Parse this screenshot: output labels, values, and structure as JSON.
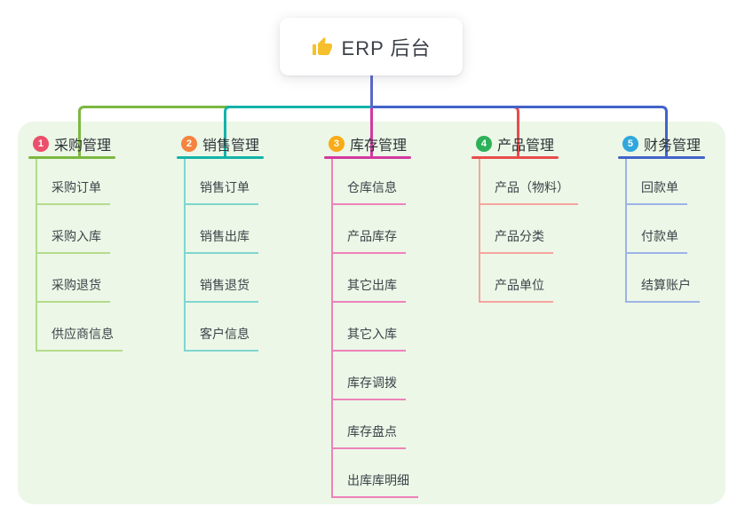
{
  "root": {
    "label": "ERP 后台",
    "icon": "thumbs-up-icon",
    "icon_color": "#f6c02d",
    "text_color": "#3b4148"
  },
  "colors": {
    "panel_bg": "#ecf7e7",
    "root_stem": "#5a68cb",
    "page_bg": "#ffffff"
  },
  "branches": [
    {
      "num": "1",
      "label": "采购管理",
      "badge_color": "#ec4f6b",
      "line_color": "#7cb841",
      "child_line_color": "#b5db8c",
      "children": [
        "采购订单",
        "采购入库",
        "采购退货",
        "供应商信息"
      ]
    },
    {
      "num": "2",
      "label": "销售管理",
      "badge_color": "#f5833f",
      "line_color": "#14b3aa",
      "child_line_color": "#7fd6cf",
      "children": [
        "销售订单",
        "销售出库",
        "销售退货",
        "客户信息"
      ]
    },
    {
      "num": "3",
      "label": "库存管理",
      "badge_color": "#f9ab18",
      "line_color": "#d2399f",
      "child_line_color": "#ee82ba",
      "children": [
        "仓库信息",
        "产品库存",
        "其它出库",
        "其它入库",
        "库存调拨",
        "库存盘点",
        "出库库明细"
      ]
    },
    {
      "num": "4",
      "label": "产品管理",
      "badge_color": "#2db158",
      "line_color": "#e94c4c",
      "child_line_color": "#f6a49e",
      "children": [
        "产品（物料）",
        "产品分类",
        "产品单位"
      ]
    },
    {
      "num": "5",
      "label": "财务管理",
      "badge_color": "#2fa7dc",
      "line_color": "#4363c8",
      "child_line_color": "#9db3e6",
      "children": [
        "回款单",
        "付款单",
        "结算账户"
      ]
    }
  ]
}
